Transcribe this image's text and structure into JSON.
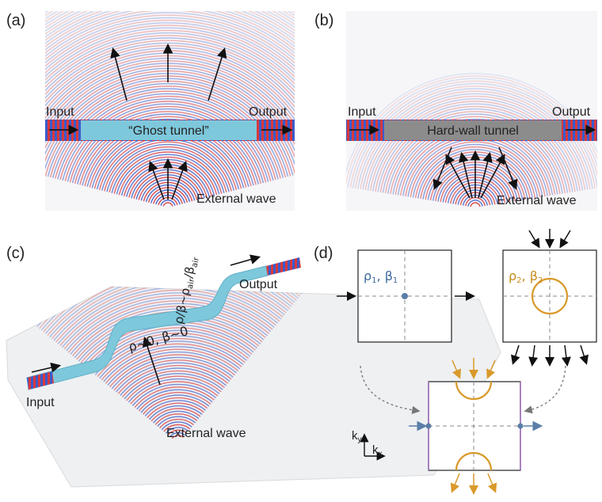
{
  "panels": {
    "a": {
      "letter": "(a)",
      "input": "Input",
      "output": "Output",
      "tunnel": "“Ghost tunnel”",
      "external": "External wave"
    },
    "b": {
      "letter": "(b)",
      "input": "Input",
      "output": "Output",
      "tunnel": "Hard-wall tunnel",
      "external": "External wave"
    },
    "c": {
      "letter": "(c)",
      "tunnel_params": "ρ~0, β~0",
      "ratio": "ρ/β~ρ",
      "ratio_sub1": "air",
      "ratio_mid": "/β",
      "ratio_sub2": "air",
      "output": "Output",
      "input": "Input",
      "external": "External wave"
    },
    "d": {
      "letter": "(d)",
      "box1_rho": "ρ",
      "box1_sub1": "1",
      "box1_beta": ", β",
      "box1_sub2": "1",
      "box2_rho": "ρ",
      "box2_sub1": "2",
      "box2_beta": ", β",
      "box2_sub2": "2",
      "axis_ky": "k",
      "axis_ky_sub": "y",
      "axis_kx": "k",
      "axis_kx_sub": "x"
    }
  },
  "colors": {
    "wave_red": "#d8393c",
    "wave_blue": "#3b5bcc",
    "ghost_tunnel": "#7ec8dc",
    "hard_tunnel": "#8c8c8c",
    "rho1_text": "#3f6a9a",
    "rho2_text": "#c98a1e",
    "ring_orange": "#d99a2b",
    "arrow_blue": "#5a7ea8",
    "box_purple": "#9b6fb8"
  }
}
